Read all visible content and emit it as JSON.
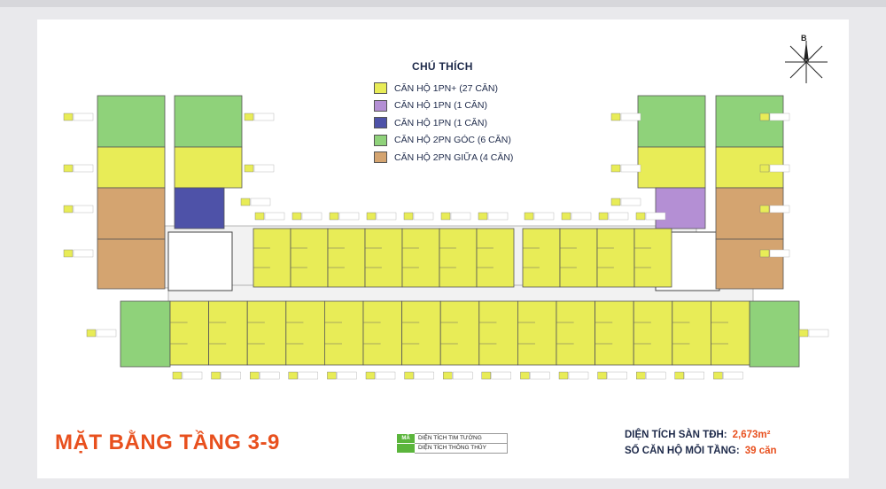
{
  "legend": {
    "title": "CHÚ THÍCH",
    "items": [
      {
        "label": "CĂN HỘ 1PN+ (27 CĂN)",
        "color": "#e8ec57"
      },
      {
        "label": "CĂN HỘ 1PN (1 CĂN)",
        "color": "#b48fd4"
      },
      {
        "label": "CĂN HỘ 1PN (1 CĂN)",
        "color": "#4e52a8"
      },
      {
        "label": "CĂN HỘ 2PN GÓC (6 CĂN)",
        "color": "#8fd27a"
      },
      {
        "label": "CĂN HỘ 2PN GIỮA (4 CĂN)",
        "color": "#d4a470"
      }
    ]
  },
  "compass": {
    "north_label": "B"
  },
  "title": "MẶT BẰNG TẦNG 3-9",
  "note": {
    "key": "MÃ CĂN",
    "row1": "DIỆN TÍCH TIM TƯỜNG",
    "row2": "DIỆN TÍCH THÔNG THỦY"
  },
  "stats": {
    "area_label": "DIỆN TÍCH SÀN TĐH:",
    "area_value": "2,673m²",
    "units_label": "SỐ CĂN HỘ MỖI TẦNG:",
    "units_value": "39 căn"
  },
  "colors": {
    "plus": "#e8ec57",
    "purple": "#b48fd4",
    "navy": "#4e52a8",
    "green": "#8fd27a",
    "tan": "#d4a470",
    "accent": "#e8501e"
  }
}
